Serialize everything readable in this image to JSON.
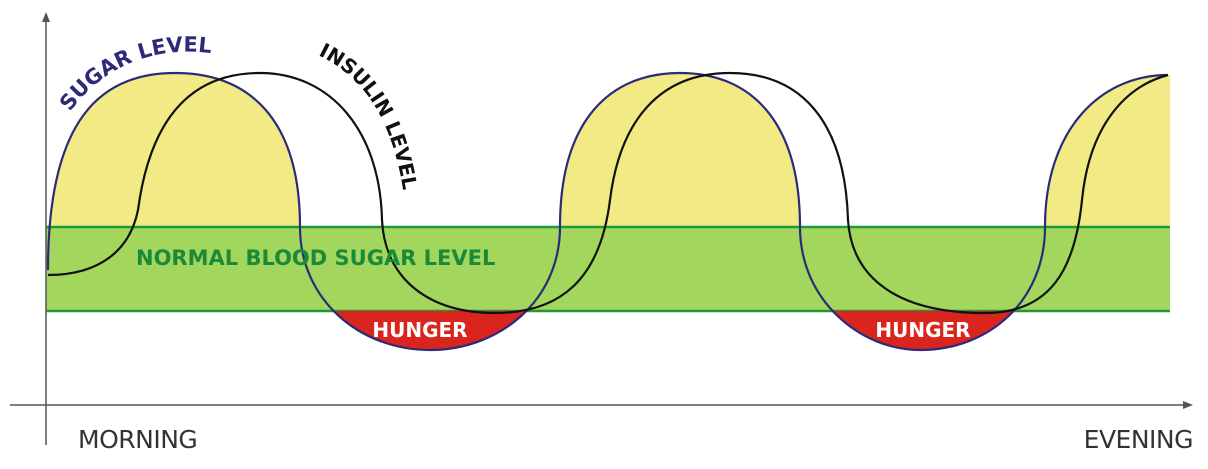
{
  "labels": {
    "sugar_level": "SUGAR LEVEL",
    "insulin_level": "INSULIN LEVEL",
    "normal_band": "NORMAL BLOOD SUGAR LEVEL",
    "hunger": [
      "HUNGER",
      "HUNGER"
    ],
    "x_start": "MORNING",
    "x_end": "EVENING"
  },
  "colors": {
    "sugar_curve": "#2d2a7a",
    "insulin_curve": "#111111",
    "normal_band_fill": "#a3d65c",
    "normal_band_border": "#1e9a3a",
    "normal_label": "#1a8a3a",
    "high_sugar_fill": "#f2ea84",
    "hunger_fill": "#d9251d"
  }
}
